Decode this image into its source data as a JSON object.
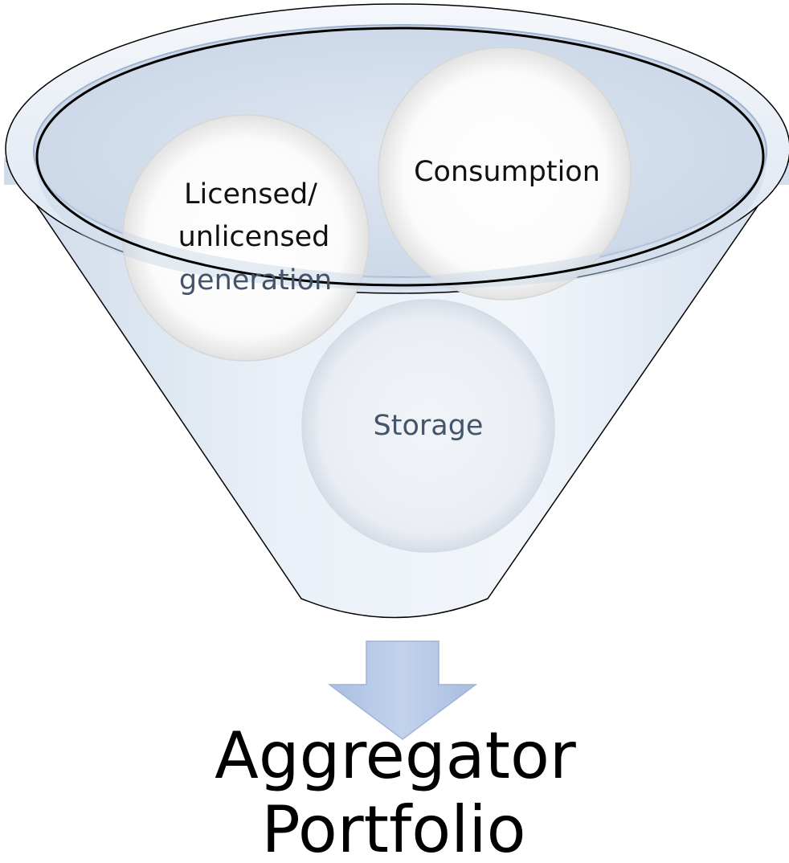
{
  "diagram": {
    "inputs": [
      {
        "lines": [
          "Licensed/",
          "unlicensed",
          "generation"
        ]
      },
      {
        "lines": [
          "Consumption"
        ]
      },
      {
        "lines": [
          "Storage"
        ]
      }
    ],
    "output": {
      "lines": [
        "Aggregator",
        "Portfolio"
      ]
    }
  },
  "colors": {
    "funnel_fill": "#dde6f1",
    "funnel_stroke": "#000000",
    "arrow_fill": "#b4c7e7",
    "label_dark": "#111111",
    "label_muted": "#44546a"
  }
}
